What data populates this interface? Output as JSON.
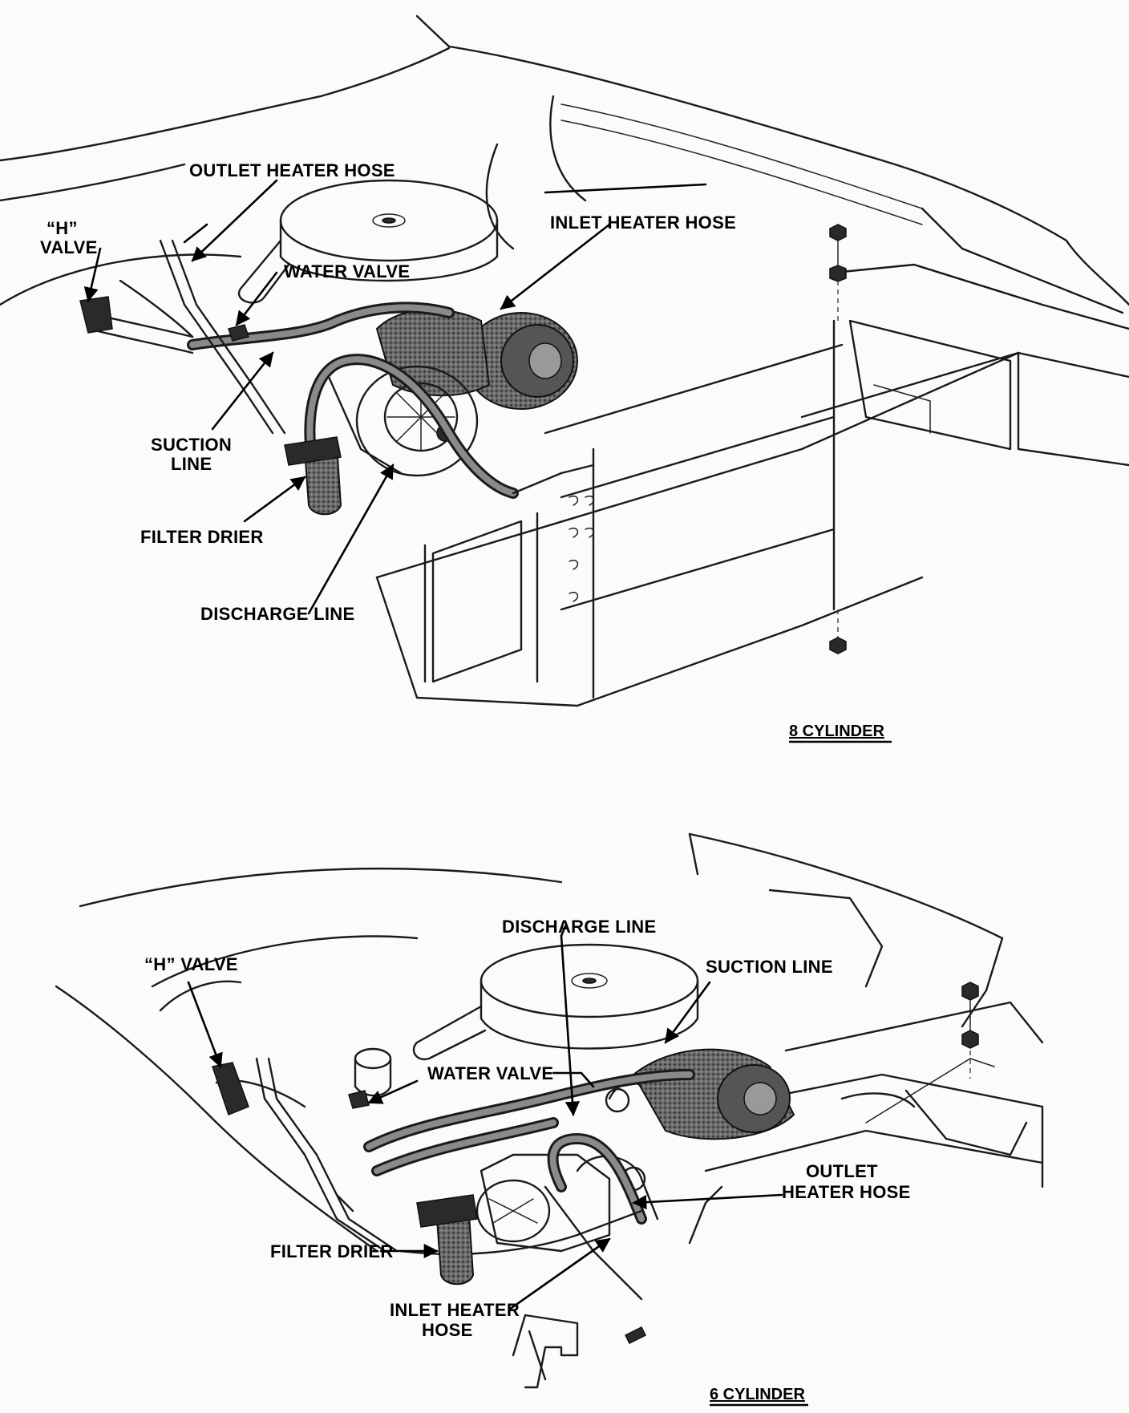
{
  "diagrams": [
    {
      "caption": "8 CYLINDER",
      "labels": {
        "outlet_heater_hose": "OUTLET HEATER HOSE",
        "h_valve_line1": "“H”",
        "h_valve_line2": "VALVE",
        "inlet_heater_hose": "INLET HEATER HOSE",
        "water_valve": "WATER VALVE",
        "suction_line_line1": "SUCTION",
        "suction_line_line2": "LINE",
        "filter_drier": "FILTER DRIER",
        "discharge_line": "DISCHARGE LINE"
      }
    },
    {
      "caption": "6 CYLINDER",
      "labels": {
        "discharge_line": "DISCHARGE LINE",
        "h_valve": "“H” VALVE",
        "suction_line": "SUCTION LINE",
        "water_valve": "WATER VALVE",
        "outlet_heater_hose_line1": "OUTLET",
        "outlet_heater_hose_line2": "HEATER HOSE",
        "filter_drier": "FILTER DRIER",
        "inlet_heater_hose_line1": "INLET HEATER",
        "inlet_heater_hose_line2": "HOSE"
      }
    }
  ]
}
